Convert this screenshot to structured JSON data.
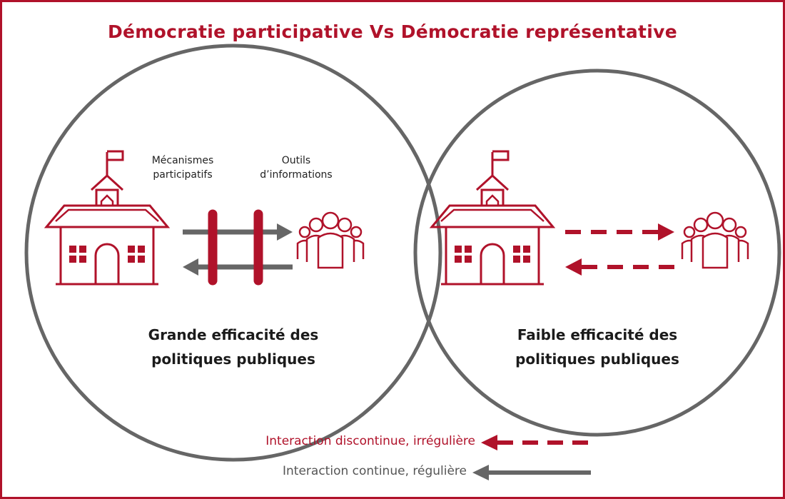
{
  "title": "Démocratie participative Vs Démocratie représentative",
  "left_panel": {
    "label_mechanisms": "Mécanismes\nparticipatifs",
    "label_tools": "Outils\nd’informations",
    "caption": "Grande efficacité des\npolitiques publiques"
  },
  "right_panel": {
    "caption": "Faible efficacité des\npolitiques publiques"
  },
  "legend": {
    "discontinuous": "Interaction discontinue, irrégulière",
    "continuous": "Interaction continue, régulière"
  },
  "colors": {
    "accent": "#b0122a",
    "gray": "#666666",
    "text": "#222222"
  },
  "icons": [
    "town-hall-icon",
    "citizens-group-icon",
    "arrow-icon"
  ]
}
